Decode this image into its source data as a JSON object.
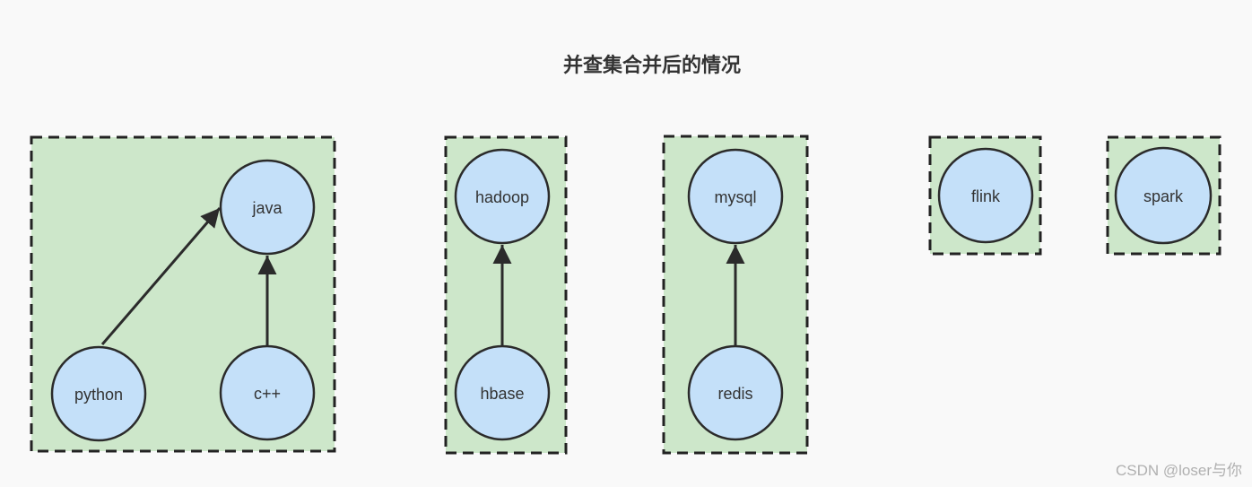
{
  "title": "并查集合并后的情况",
  "watermark": "CSDN @loser与你",
  "colors": {
    "background": "#f9f9f9",
    "set_fill": "#cde7ca",
    "set_border": "#222222",
    "node_fill": "#c4e0f9",
    "node_border": "#2b2b2b",
    "arrow": "#2b2b2b",
    "title_text": "#333333",
    "node_text": "#333333",
    "watermark_text": "#b0b0b0"
  },
  "diagram": {
    "type": "disjoint-set-union-result",
    "sets": [
      {
        "root": "java",
        "members": [
          "java",
          "python",
          "c++"
        ]
      },
      {
        "root": "hadoop",
        "members": [
          "hadoop",
          "hbase"
        ]
      },
      {
        "root": "mysql",
        "members": [
          "mysql",
          "redis"
        ]
      },
      {
        "root": "flink",
        "members": [
          "flink"
        ]
      },
      {
        "root": "spark",
        "members": [
          "spark"
        ]
      }
    ],
    "nodes": {
      "java": {
        "label": "java"
      },
      "python": {
        "label": "python"
      },
      "cpp": {
        "label": "c++"
      },
      "hadoop": {
        "label": "hadoop"
      },
      "hbase": {
        "label": "hbase"
      },
      "mysql": {
        "label": "mysql"
      },
      "redis": {
        "label": "redis"
      },
      "flink": {
        "label": "flink"
      },
      "spark": {
        "label": "spark"
      }
    },
    "edges": [
      {
        "from": "python",
        "to": "java"
      },
      {
        "from": "c++",
        "to": "java"
      },
      {
        "from": "hbase",
        "to": "hadoop"
      },
      {
        "from": "redis",
        "to": "mysql"
      }
    ]
  }
}
